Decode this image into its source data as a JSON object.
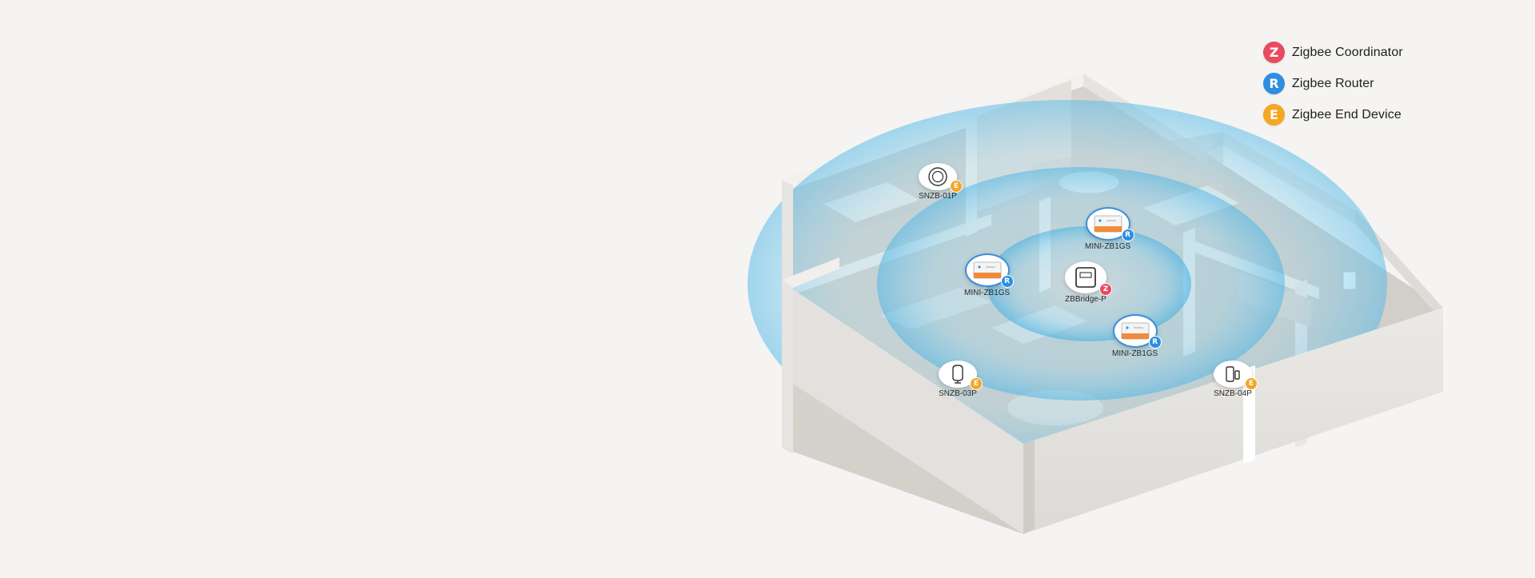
{
  "legend": [
    {
      "symbol": "Z",
      "label": "Zigbee Coordinator",
      "color": "#e84a5f",
      "icon": "coordinator-icon"
    },
    {
      "symbol": "R",
      "label": "Zigbee Router",
      "color": "#2e8ee0",
      "icon": "router-icon"
    },
    {
      "symbol": "E",
      "label": "Zigbee End Device",
      "color": "#f5a623",
      "icon": "end-device-icon"
    }
  ],
  "devices": {
    "snzb01p": {
      "label": "SNZB-01P",
      "badge": "E",
      "role": "end-device",
      "icon": "button-icon"
    },
    "minizb1gs_top": {
      "label": "MINI-ZB1GS",
      "badge": "R",
      "role": "router",
      "icon": "relay-icon"
    },
    "minizb1gs_left": {
      "label": "MINI-ZB1GS",
      "badge": "R",
      "role": "router",
      "icon": "relay-icon"
    },
    "zbbridge": {
      "label": "ZBBridge-P",
      "badge": "Z",
      "role": "coordinator",
      "icon": "bridge-icon"
    },
    "minizb1gs_bottom": {
      "label": "MINI-ZB1GS",
      "badge": "R",
      "role": "router",
      "icon": "relay-icon"
    },
    "snzb03p": {
      "label": "SNZB-03P",
      "badge": "E",
      "role": "end-device",
      "icon": "motion-sensor-icon"
    },
    "snzb04p": {
      "label": "SNZB-04P",
      "badge": "E",
      "role": "end-device",
      "icon": "door-sensor-icon"
    }
  },
  "colors": {
    "coordinator": "#e84a5f",
    "router": "#2e8ee0",
    "end_device": "#f5a623",
    "signal": "#6cc6ee"
  }
}
